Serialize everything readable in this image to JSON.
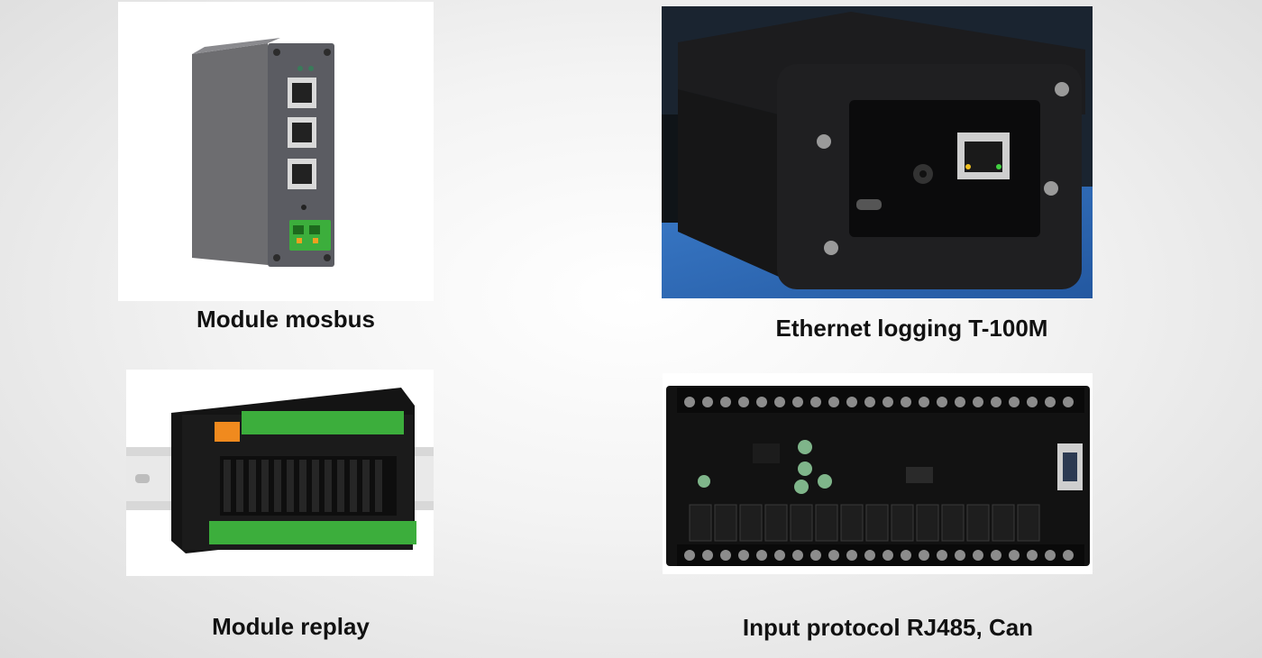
{
  "captions": {
    "top_left": "Module mosbus",
    "top_right": "Ethernet logging T-100M",
    "bottom_left": "Module replay",
    "bottom_right": "Input protocol RJ485, Can"
  },
  "colors": {
    "background": "#f0f0f0",
    "caption_text": "#111111",
    "terminal_green": "#3cae3c",
    "board_black": "#121212",
    "relay_orange": "#f08a1e",
    "desk_blue": "#2d6fb8"
  },
  "photos": {
    "top_left": "modbus-module-photo",
    "top_right": "ethernet-logger-photo",
    "bottom_left": "relay-module-photo",
    "bottom_right": "plc-board-photo"
  }
}
